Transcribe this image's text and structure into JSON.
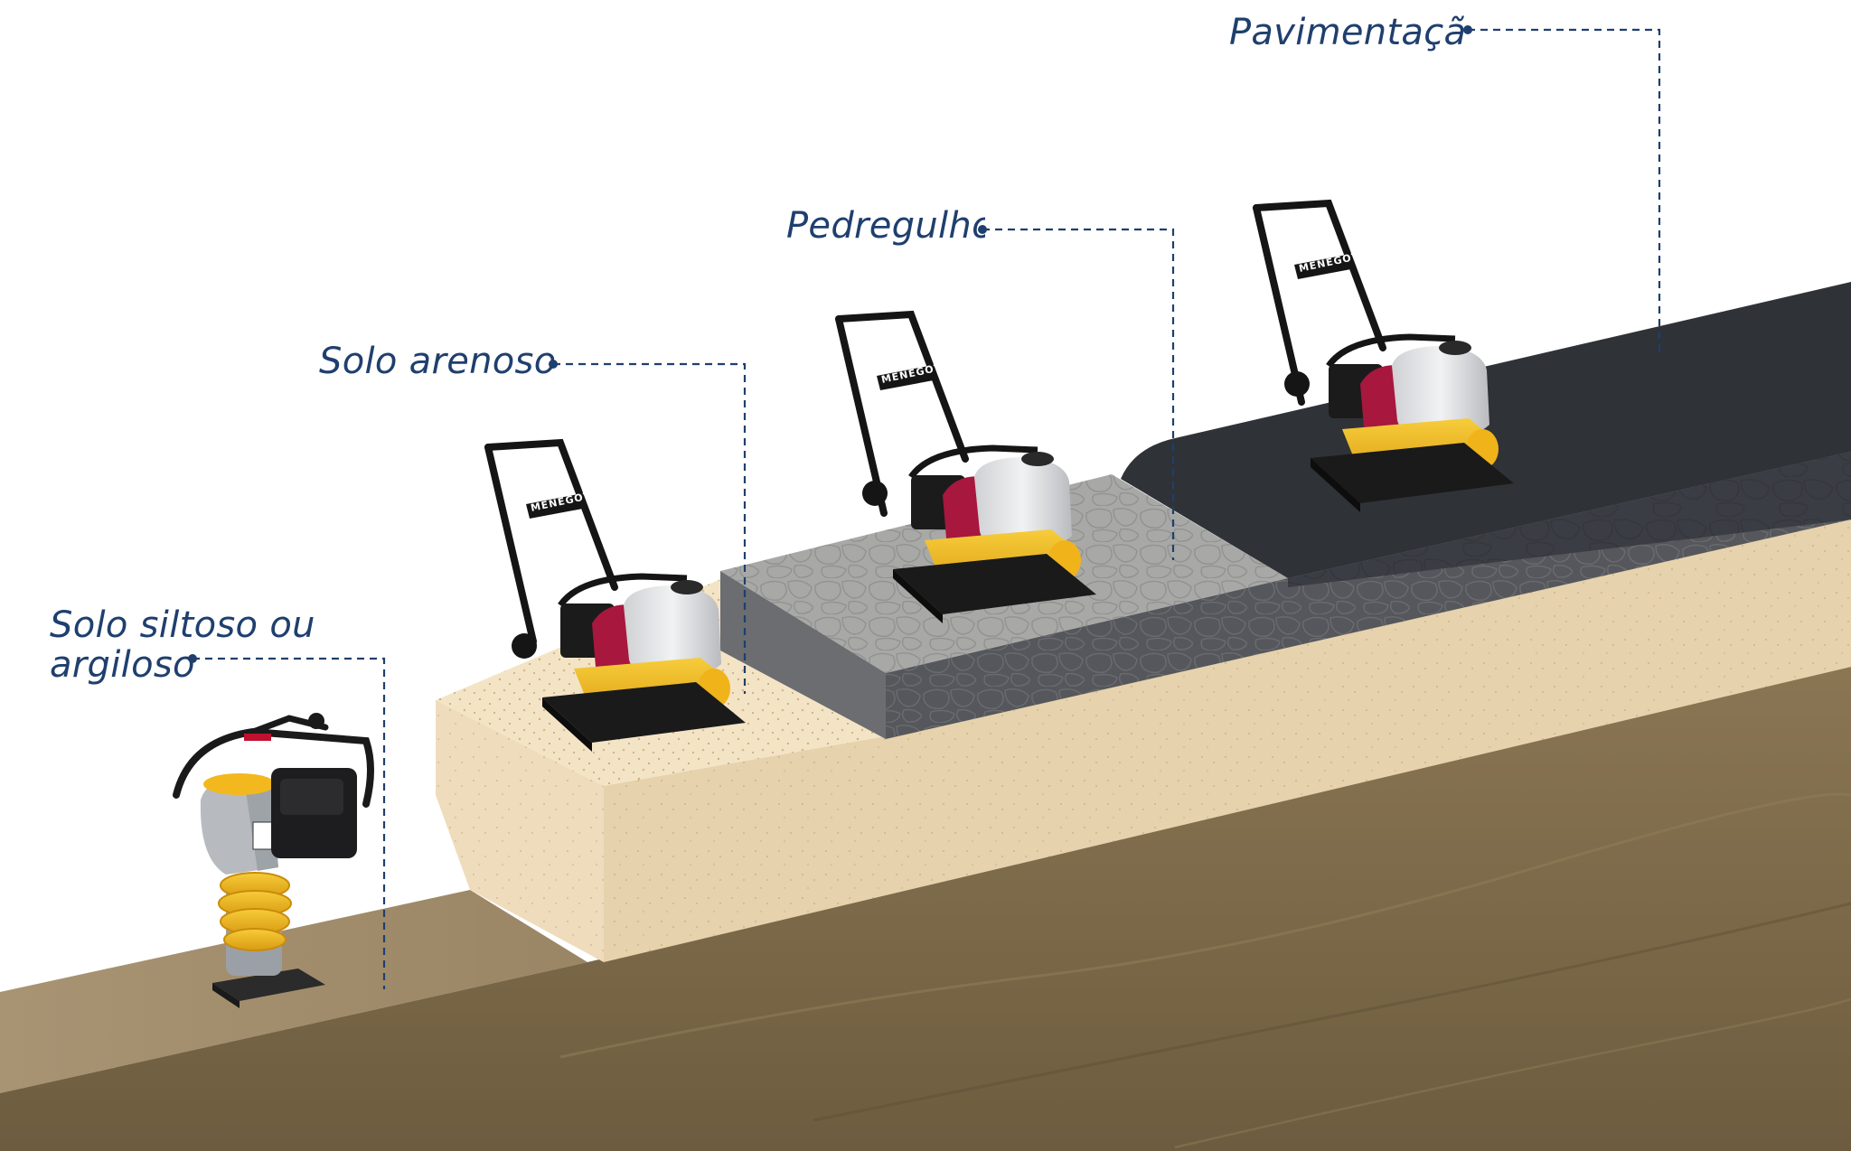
{
  "labels": {
    "silty": {
      "line1": "Solo siltoso ou",
      "line2": "argiloso"
    },
    "sandy": "Solo arenoso",
    "gravel": "Pedregulho",
    "paving": "Pavimentação"
  },
  "machine_brand": "MENEGOTTI",
  "machines": [
    {
      "kind": "rammer",
      "ground": "silty"
    },
    {
      "kind": "plate-compactor",
      "ground": "sandy"
    },
    {
      "kind": "plate-compactor",
      "ground": "gravel"
    },
    {
      "kind": "plate-compactor",
      "ground": "paving"
    }
  ],
  "colors": {
    "label": "#1f3f6e",
    "leader_line": "#1f3f6e",
    "soil_dark": "#7a6849",
    "soil_light": "#a08c6a",
    "sand_top": "#f1e1c4",
    "sand_side": "#e6d2ac",
    "gravel_top": "#a5a6a4",
    "gravel_side": "#5a5c60",
    "asphalt_top": "#2e3136",
    "asphalt_side": "#3e4147",
    "machine_yellow": "#f2b81e",
    "engine_red": "#a8173e",
    "tank_white": "#e6e7e9"
  }
}
